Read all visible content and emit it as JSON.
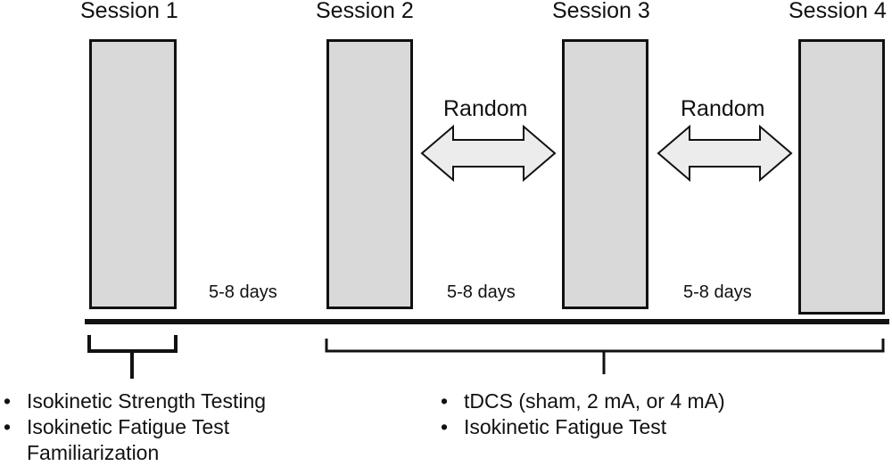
{
  "sessions": [
    {
      "label": "Session 1"
    },
    {
      "label": "Session 2"
    },
    {
      "label": "Session 3"
    },
    {
      "label": "Session 4"
    }
  ],
  "intervals": [
    "5-8 days",
    "5-8 days",
    "5-8 days"
  ],
  "random_labels": [
    "Random",
    "Random"
  ],
  "left_group": {
    "bullet": "•",
    "items": [
      "Isokinetic Strength Testing",
      "Isokinetic Fatigue Test"
    ],
    "continuation": "Familiarization"
  },
  "right_group": {
    "bullet": "•",
    "items": [
      "tDCS (sham, 2 mA, or 4 mA)",
      "Isokinetic Fatigue Test"
    ]
  },
  "colors": {
    "box_fill": "#d9d9d9",
    "arrow_fill": "#ececec",
    "line": "#111111"
  }
}
